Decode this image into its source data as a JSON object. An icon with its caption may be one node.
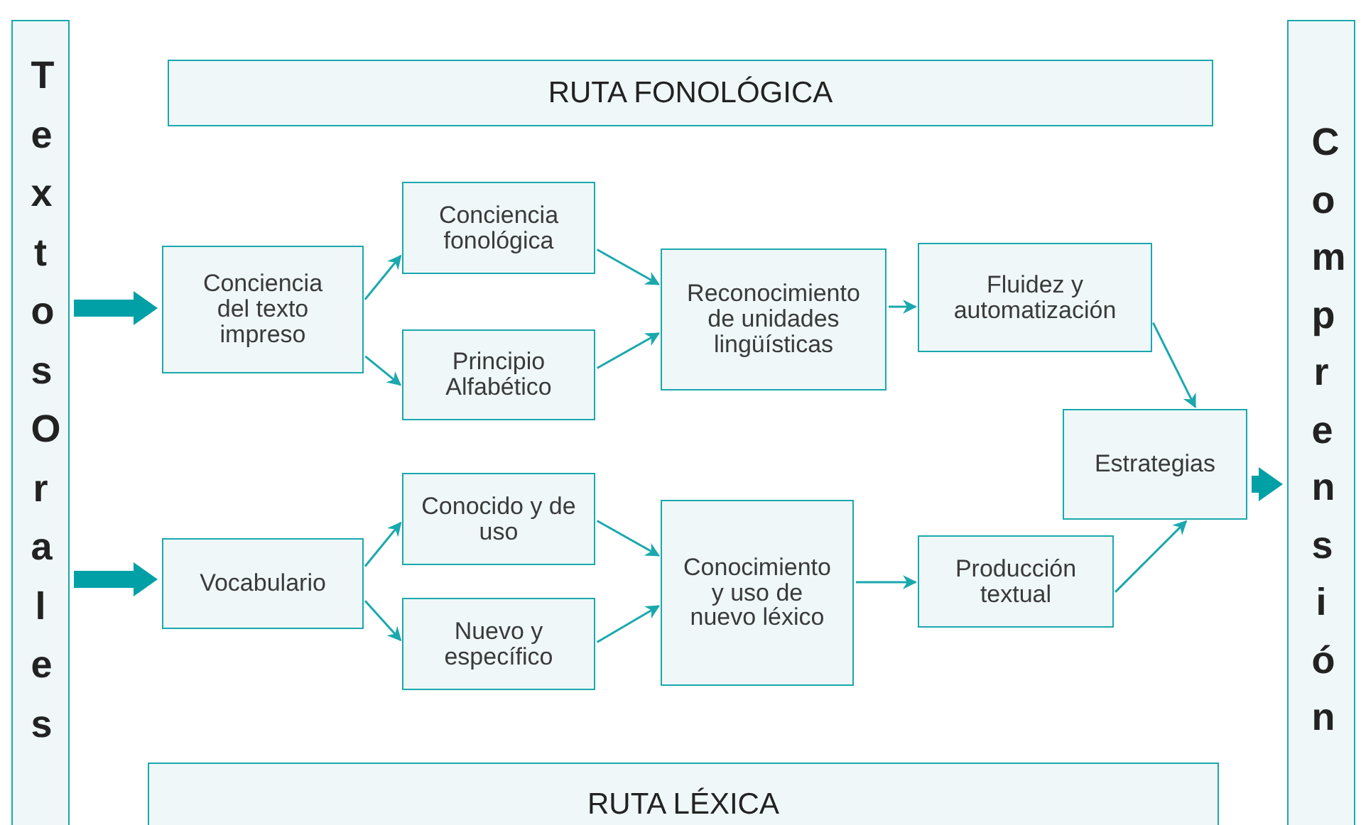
{
  "diagram": {
    "nodes": [
      {
        "text": [
          "Textos Orales"
        ]
      },
      {
        "text": [
          "RUTA FONOLÓGICA"
        ]
      },
      {
        "text": [
          "Conciencia del texto impreso"
        ]
      },
      {
        "text": [
          "Conciencia fonológica"
        ]
      },
      {
        "text": [
          "Principio Alfabético"
        ]
      },
      {
        "text": [
          "Reconocimiento de unidades lingüísticas"
        ]
      },
      {
        "text": [
          "Fluidez y automatización"
        ]
      },
      {
        "text": [
          "Estrategias"
        ]
      },
      {
        "text": [
          "Vocabulario"
        ]
      },
      {
        "text": [
          "Conocido y de uso"
        ]
      },
      {
        "text": [
          "Nuevo y específico"
        ]
      },
      {
        "text": [
          "Conocimiento y uso de nuevo léxico"
        ]
      },
      {
        "text": [
          "Producción textual"
        ]
      },
      {
        "text": [
          "RUTA LÉXICA"
        ]
      },
      {
        "text": [
          "Comprensión"
        ]
      }
    ],
    "edges": [
      {
        "from": 0,
        "to": 2,
        "arrow": "to",
        "style": "thick"
      },
      {
        "from": 0,
        "to": 8,
        "arrow": "to",
        "style": "thick"
      },
      {
        "from": 2,
        "to": 3,
        "arrow": "to"
      },
      {
        "from": 2,
        "to": 4,
        "arrow": "to"
      },
      {
        "from": 3,
        "to": 5,
        "arrow": "to"
      },
      {
        "from": 4,
        "to": 5,
        "arrow": "to"
      },
      {
        "from": 5,
        "to": 6,
        "arrow": "to"
      },
      {
        "from": 6,
        "to": 7,
        "arrow": "to"
      },
      {
        "from": 8,
        "to": 9,
        "arrow": "to"
      },
      {
        "from": 8,
        "to": 10,
        "arrow": "to"
      },
      {
        "from": 9,
        "to": 11,
        "arrow": "to"
      },
      {
        "from": 10,
        "to": 11,
        "arrow": "to"
      },
      {
        "from": 11,
        "to": 12,
        "arrow": "to"
      },
      {
        "from": 12,
        "to": 7,
        "arrow": "to"
      },
      {
        "from": 7,
        "to": 14,
        "arrow": "to",
        "style": "thick"
      }
    ]
  }
}
